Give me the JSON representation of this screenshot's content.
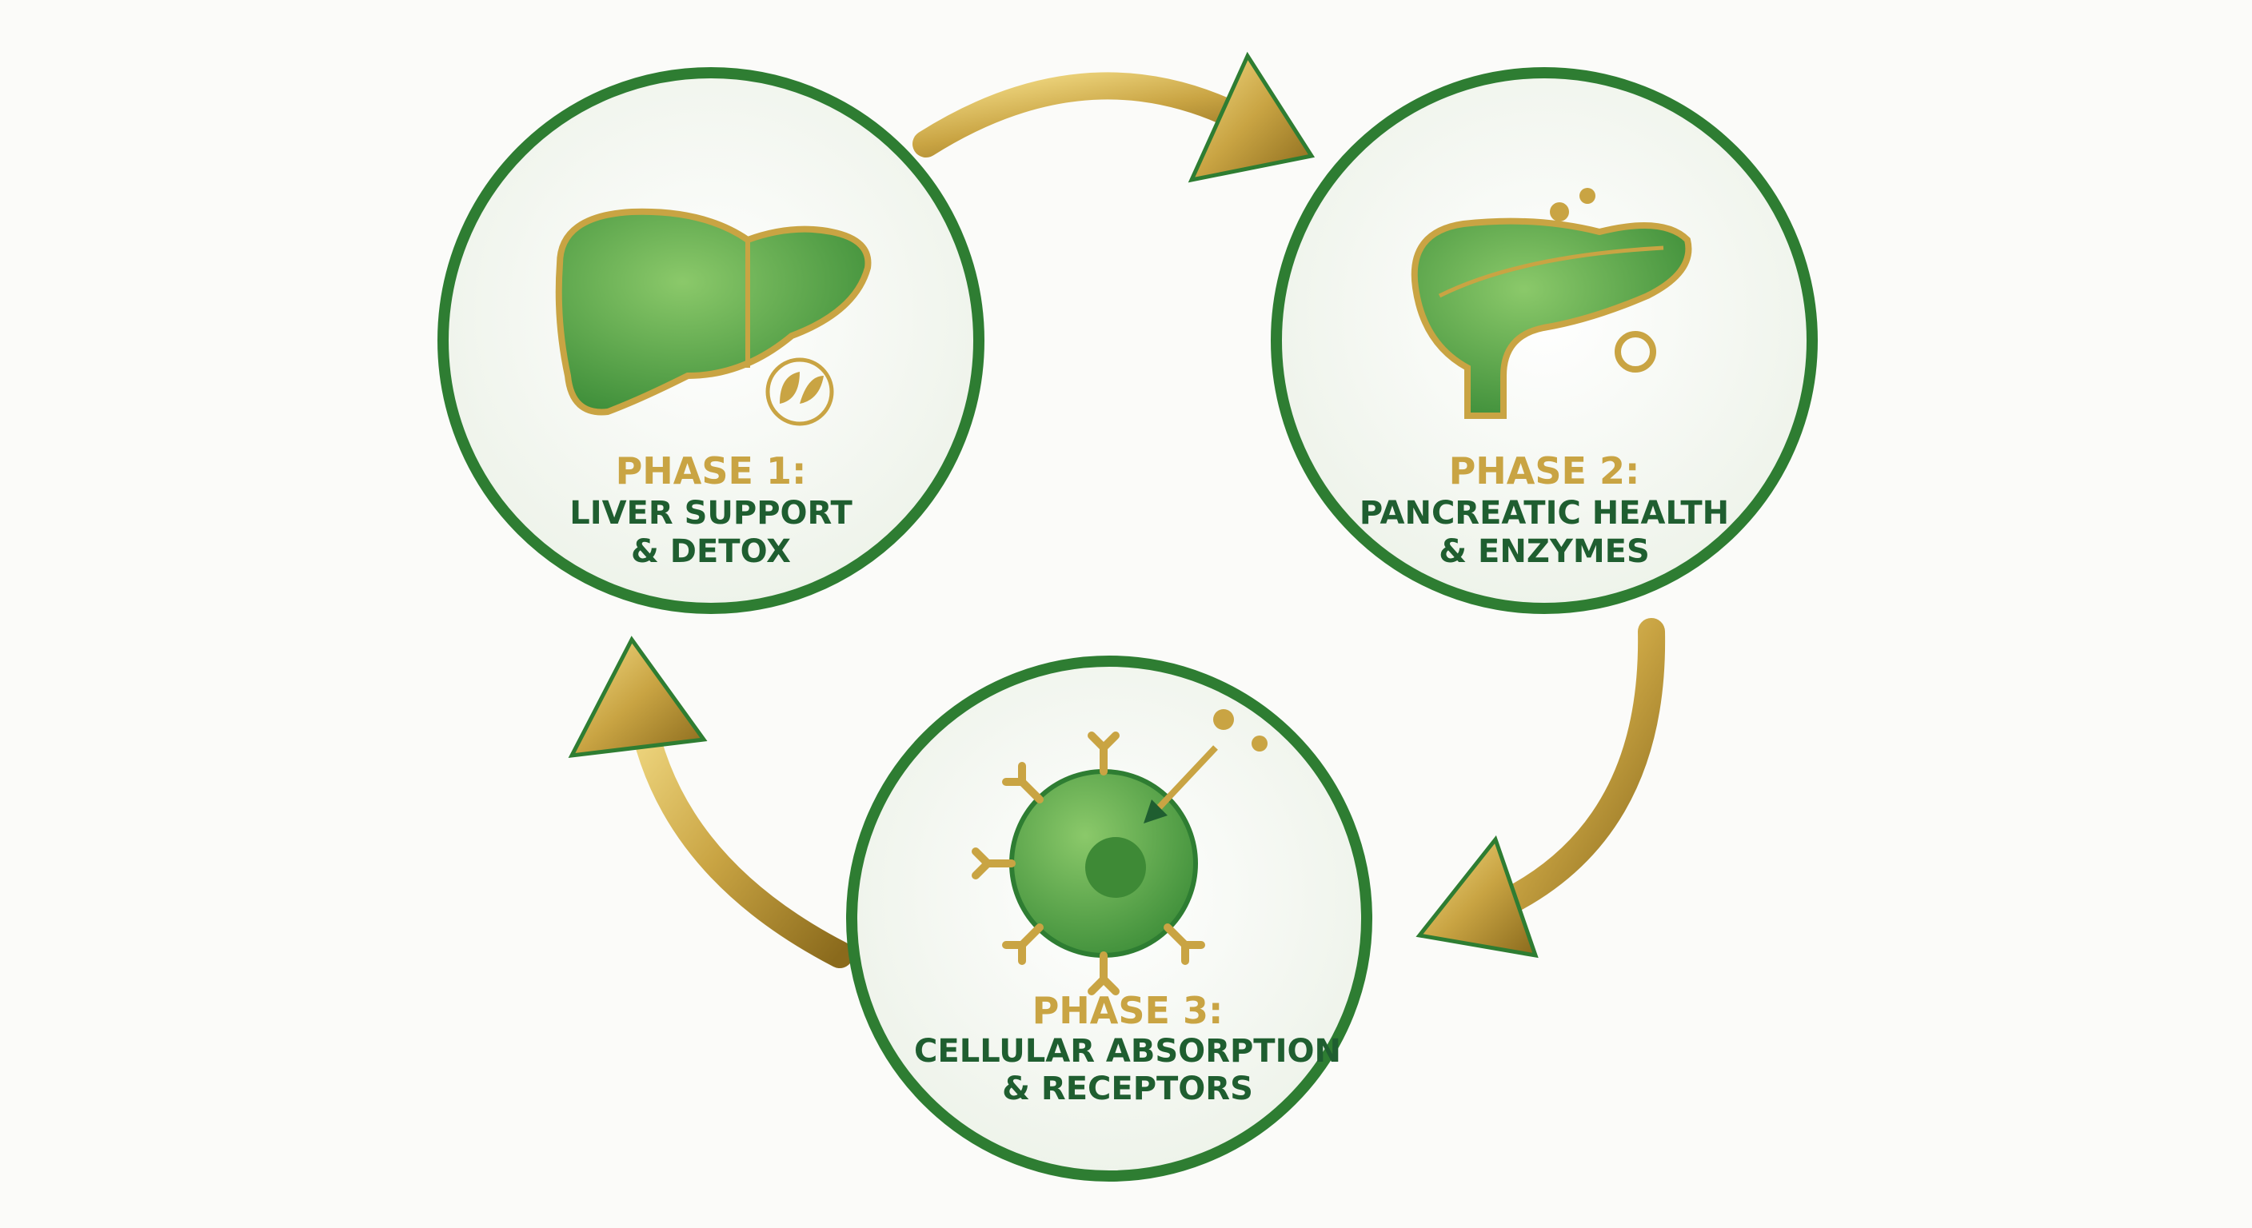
{
  "phases": [
    {
      "heading": "PHASE 1:",
      "line1": "LIVER SUPPORT",
      "line2": "& DETOX",
      "icon": "liver-icon"
    },
    {
      "heading": "PHASE 2:",
      "line1": "PANCREATIC HEALTH",
      "line2": "& ENZYMES",
      "icon": "pancreas-icon"
    },
    {
      "heading": "PHASE 3:",
      "line1": "CELLULAR ABSORPTION",
      "line2": "& RECEPTORS",
      "icon": "cell-icon"
    }
  ],
  "colors": {
    "green": "#2e7d32",
    "gold": "#c9a443",
    "text_green": "#1f5e30"
  }
}
